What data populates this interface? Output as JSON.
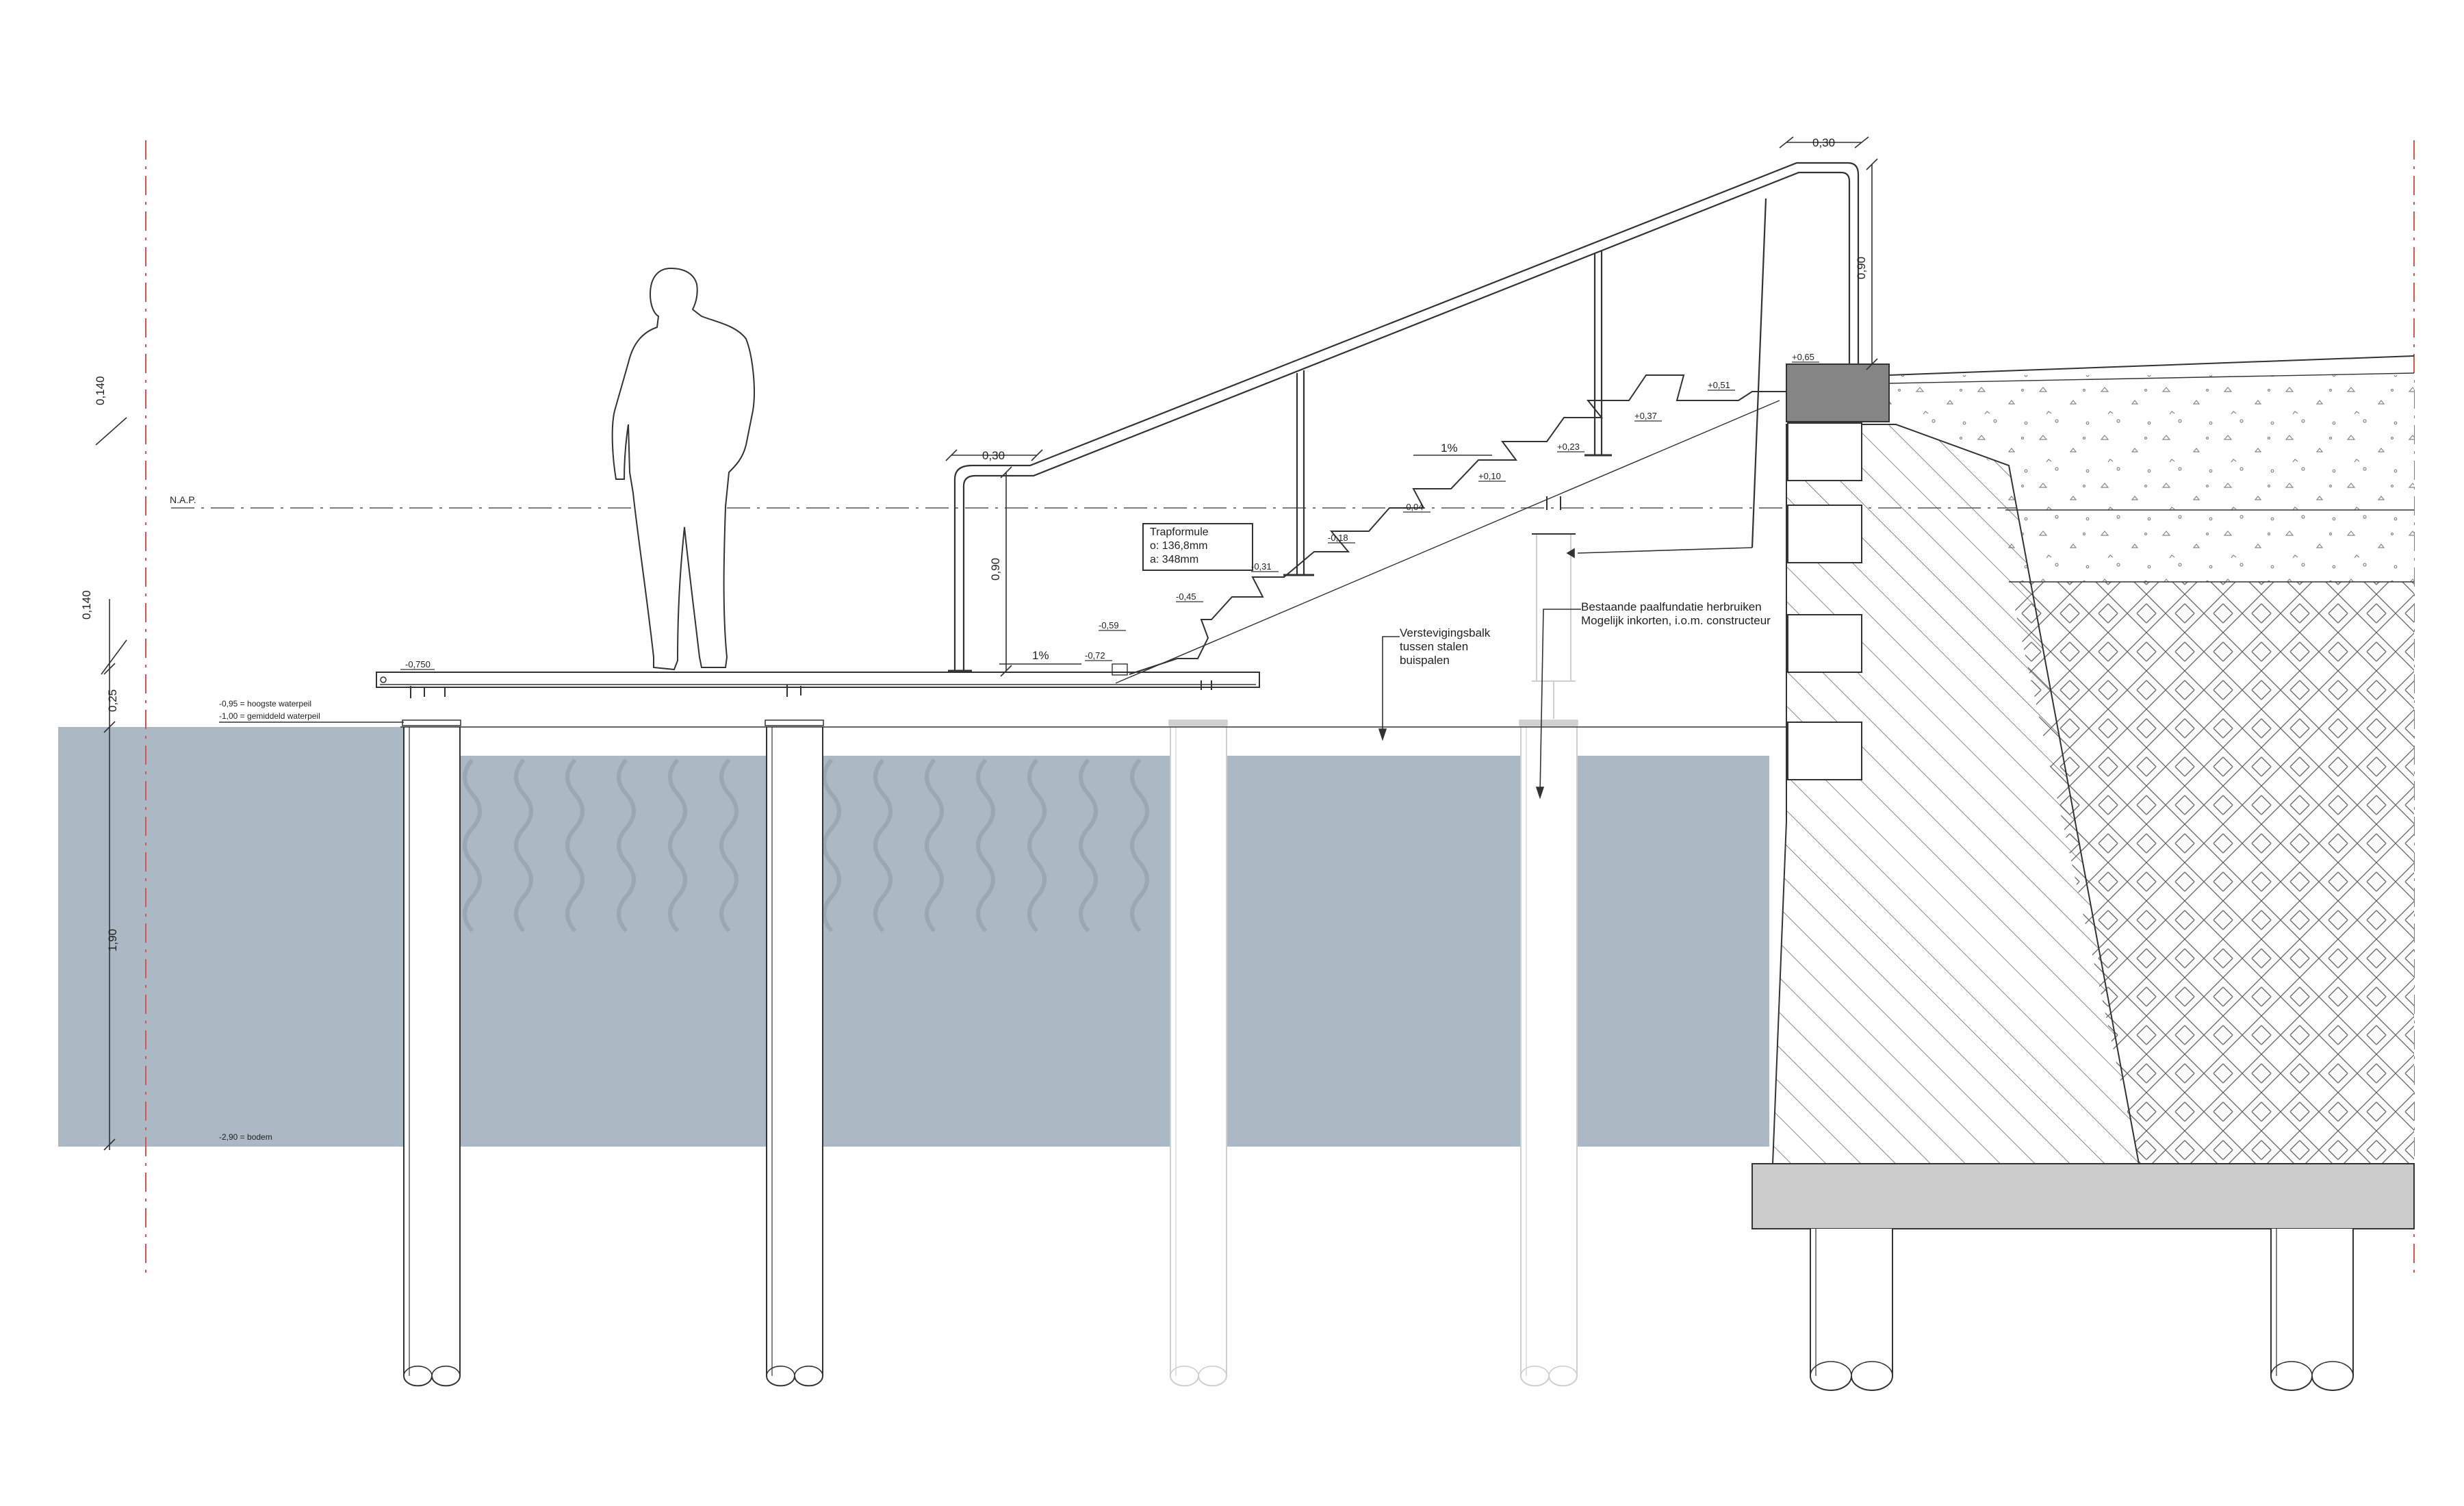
{
  "colors": {
    "water": "#abb9c5",
    "water_waves": "#9aa8b4",
    "concrete_cap": "#858585",
    "foundation_slab": "#cccccc",
    "guide_red": "#d9534f",
    "line": "#333333"
  },
  "dimensions": {
    "handrail_top_width": "0,30",
    "handrail_top_height": "0,90",
    "handrail_low_width": "0,30",
    "handrail_low_height": "0,90",
    "left_upper": "0,140",
    "left_middle": "0,140",
    "left_025": "0,25",
    "left_190": "1,90"
  },
  "labels": {
    "nap": "N.A.P.",
    "slope_upper": "1%",
    "slope_lower": "1%",
    "trapformule_title": "Trapformule",
    "trapformule_o": "o: 136,8mm",
    "trapformule_a": "a: 348mm",
    "verstevigingsbalk_1": "Verstevigingsbalk",
    "verstevigingsbalk_2": "tussen stalen",
    "verstevigingsbalk_3": "buispalen",
    "paalfundatie_1": "Bestaande paalfundatie herbruiken",
    "paalfundatie_2": "Mogelijk inkorten, i.o.m. constructeur",
    "waterpeil_high": "-0,95 = hoogste waterpeil",
    "waterpeil_avg": "-1,00 = gemiddeld waterpeil",
    "bodem": "-2,90 = bodem"
  },
  "levels": {
    "deck": "-0,750",
    "s1": "-0,72",
    "s2": "-0,59",
    "s3": "-0,45",
    "s4": "-0,31",
    "s5": "-0,18",
    "s6": "-0,04",
    "s7": "+0,10",
    "s8": "+0,23",
    "s9": "+0,37",
    "s10": "+0,51",
    "top": "+0,65"
  }
}
